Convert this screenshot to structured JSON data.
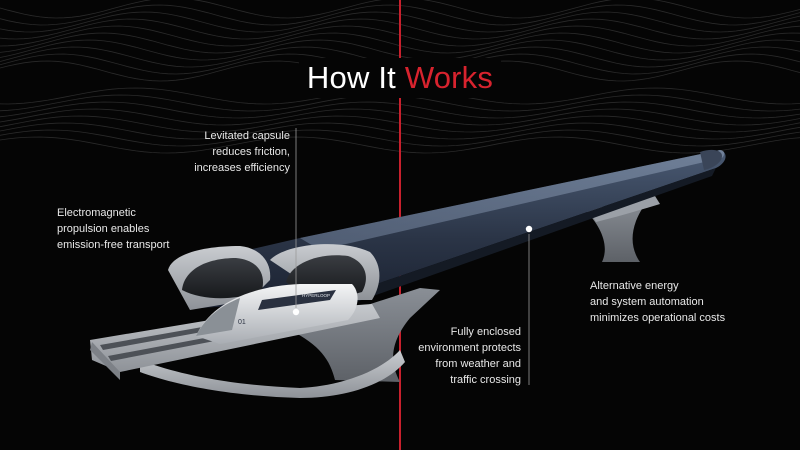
{
  "title": {
    "part1": "How It",
    "part2": "Works"
  },
  "colors": {
    "accent": "#d8232e",
    "background": "#050505",
    "text": "#ffffff"
  },
  "vehicle": {
    "badge": "HYPERLOOP",
    "number": "01"
  },
  "callouts": {
    "levitated": {
      "lines": [
        "Levitated capsule",
        "reduces friction,",
        "increases efficiency"
      ]
    },
    "electromagnetic": {
      "lines": [
        "Electromagnetic",
        "propulsion enables",
        "emission-free transport"
      ]
    },
    "alternative": {
      "lines": [
        "Alternative energy",
        "and system automation",
        "minimizes operational costs"
      ]
    },
    "enclosed": {
      "lines": [
        "Fully enclosed",
        "environment protects",
        "from weather and",
        "traffic crossing"
      ]
    }
  }
}
